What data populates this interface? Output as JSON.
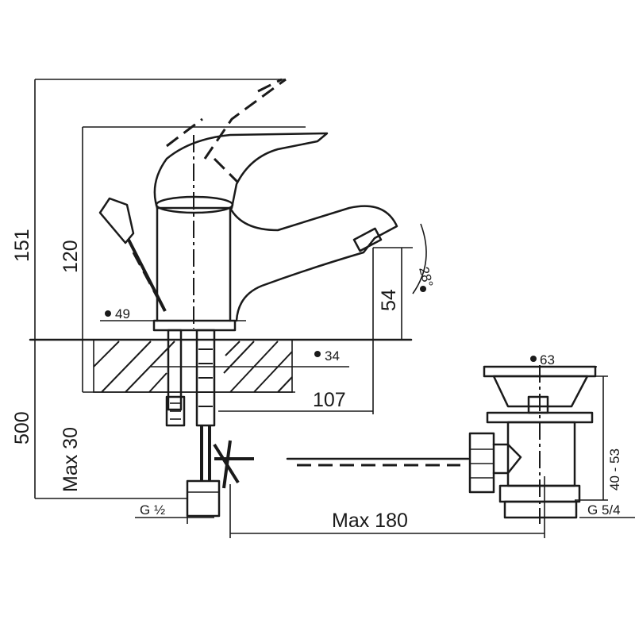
{
  "dimensions": {
    "height_total": "151",
    "height_spout": "120",
    "spout_drop": "54",
    "base_diameter": "49",
    "mount_hole_diameter": "34",
    "spout_reach": "107",
    "max_counter_thickness": "Max 30",
    "hose_length": "500",
    "aerator_angle": "28°",
    "drain_cap_diameter": "63",
    "drain_adjust_range": "40 - 53",
    "drain_thread": "G 5/4",
    "inlet_thread": "G ½",
    "max_rod_distance": "Max 180"
  },
  "symbols": {
    "diameter": "diameter-dot-icon"
  },
  "colors": {
    "line": "#1a1a1a",
    "background": "#ffffff"
  }
}
